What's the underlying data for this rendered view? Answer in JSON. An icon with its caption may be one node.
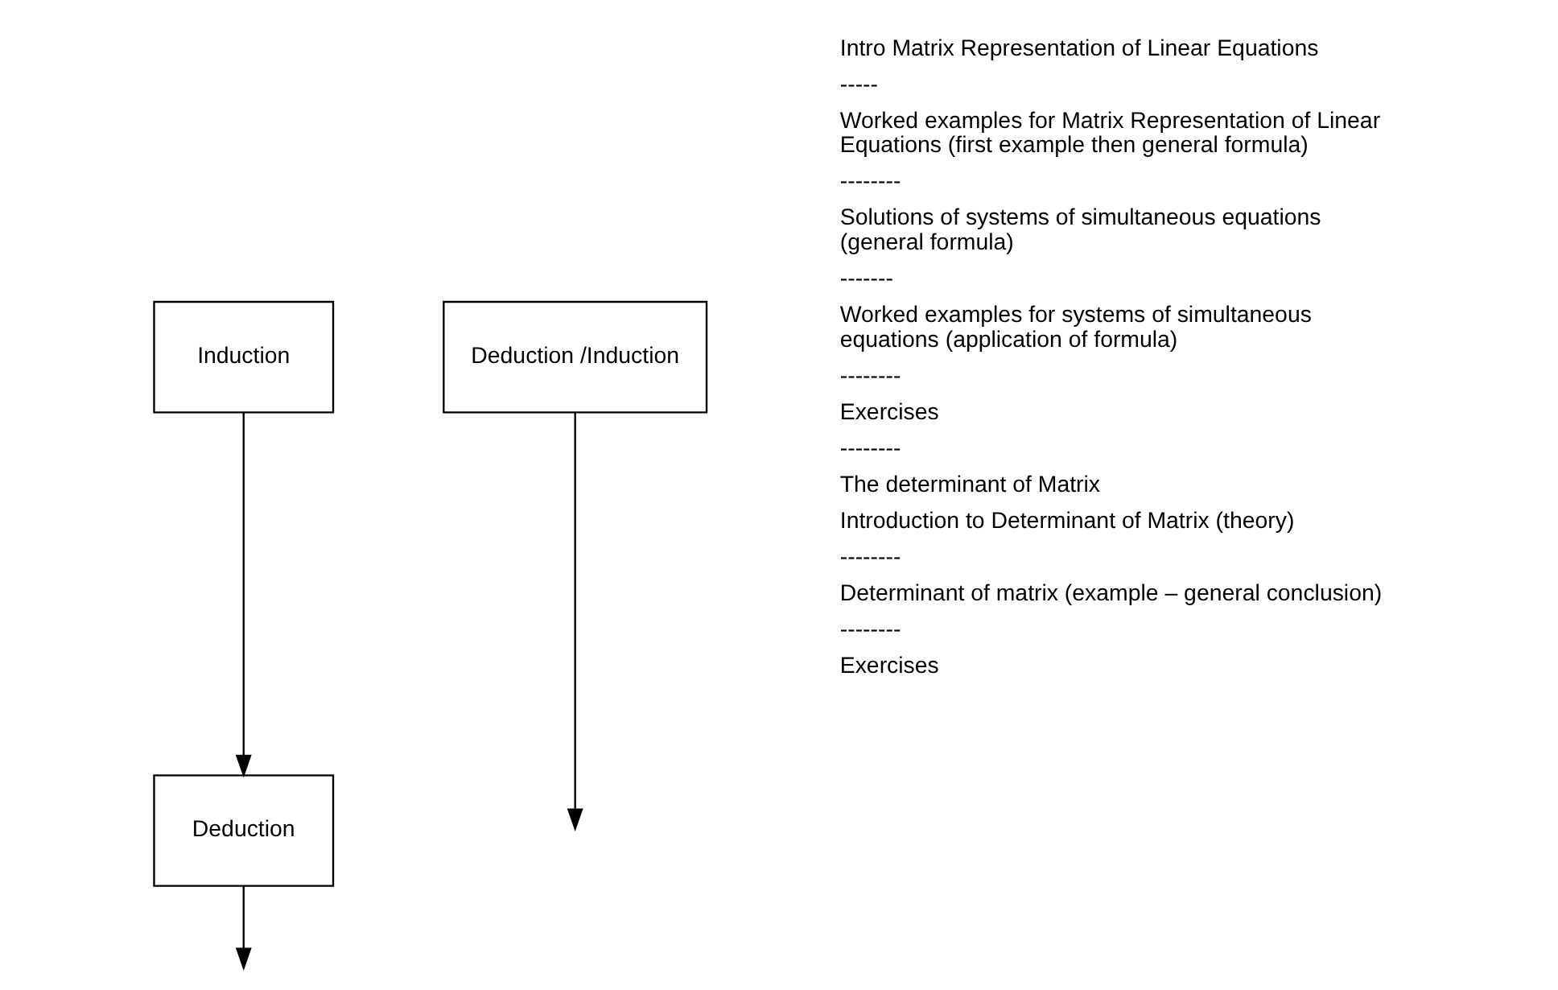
{
  "diagram": {
    "nodes": [
      {
        "text": [
          "Induction"
        ]
      },
      {
        "text": [
          "Deduction"
        ]
      },
      {
        "text": [
          "Deduction /Induction"
        ]
      }
    ],
    "edges": [
      {
        "from": 0,
        "to": 1,
        "arrow": "to"
      },
      {
        "from": 1,
        "to": null,
        "arrow": "to"
      },
      {
        "from": 2,
        "to": null,
        "arrow": "to"
      }
    ],
    "labels": [
      "Intro Matrix Representation of Linear Equations",
      "-----",
      "Worked examples for Matrix Representation of Linear Equations (first example then general formula)",
      "--------",
      "Solutions of systems of simultaneous equations (general formula)",
      "-------",
      "Worked examples for systems of simultaneous equations (application of formula)",
      "--------",
      "Exercises",
      "--------",
      "The determinant of Matrix",
      "Introduction to Determinant of Matrix (theory)",
      "--------",
      "Determinant of matrix (example – general conclusion)",
      "--------",
      "Exercises"
    ]
  }
}
